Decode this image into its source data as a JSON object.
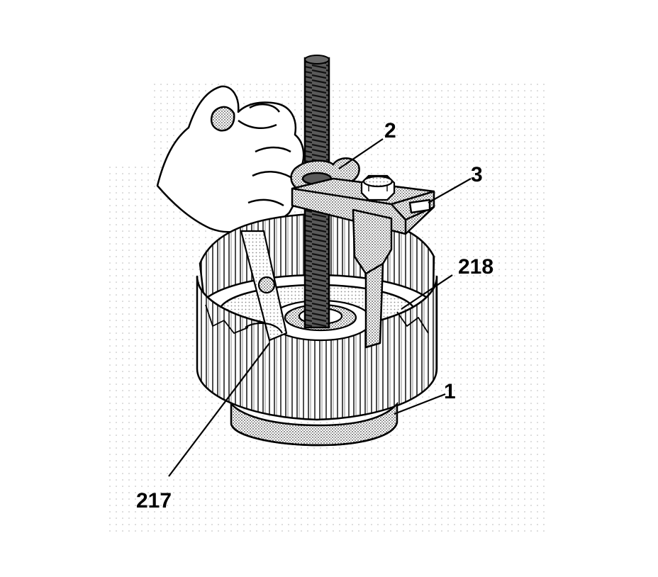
{
  "illustration": {
    "colors": {
      "ink": "#000000",
      "paper": "#ffffff",
      "halftone": "#9a9a9a",
      "light_halftone": "#c8c8c8"
    },
    "callouts": [
      {
        "id": "c2",
        "label": "2"
      },
      {
        "id": "c3",
        "label": "3"
      },
      {
        "id": "c218",
        "label": "218"
      },
      {
        "id": "c1",
        "label": "1"
      },
      {
        "id": "c217",
        "label": "217"
      }
    ]
  }
}
